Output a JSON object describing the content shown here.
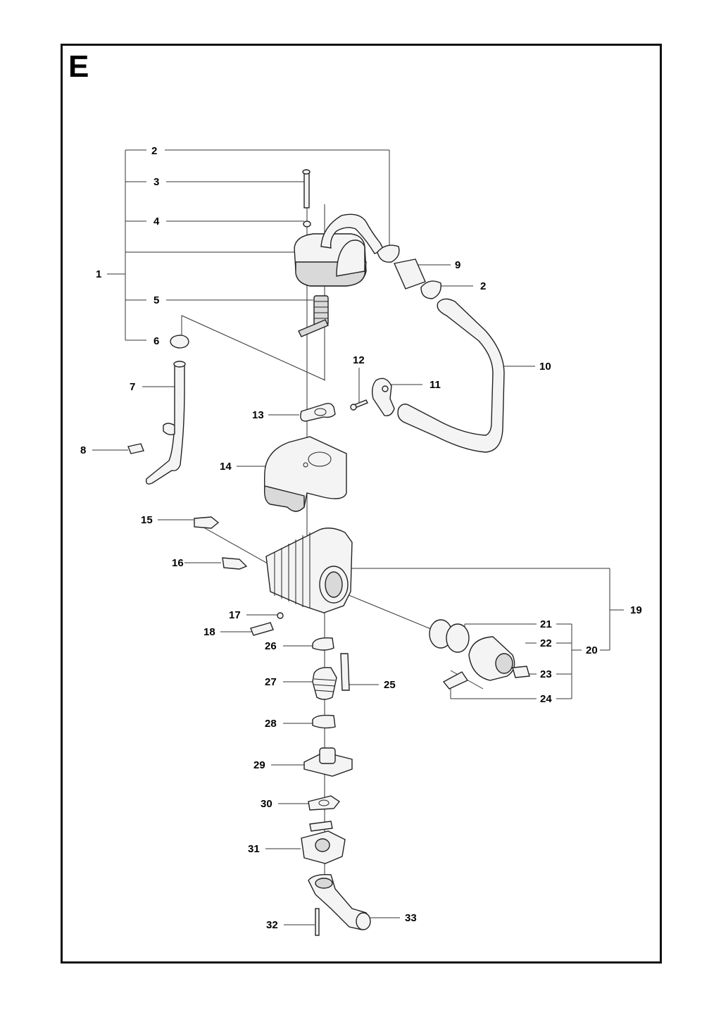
{
  "section": "E",
  "callouts": {
    "c1": "1",
    "c2a": "2",
    "c2b": "2",
    "c3": "3",
    "c4": "4",
    "c5": "5",
    "c6": "6",
    "c7": "7",
    "c8": "8",
    "c9": "9",
    "c10": "10",
    "c11": "11",
    "c12": "12",
    "c13": "13",
    "c14": "14",
    "c15": "15",
    "c16": "16",
    "c17": "17",
    "c18": "18",
    "c19": "19",
    "c20": "20",
    "c21": "21",
    "c22": "22",
    "c23": "23",
    "c24": "24",
    "c25": "25",
    "c26": "26",
    "c27": "27",
    "c28": "28",
    "c29": "29",
    "c30": "30",
    "c31": "31",
    "c32": "32",
    "c33": "33"
  }
}
